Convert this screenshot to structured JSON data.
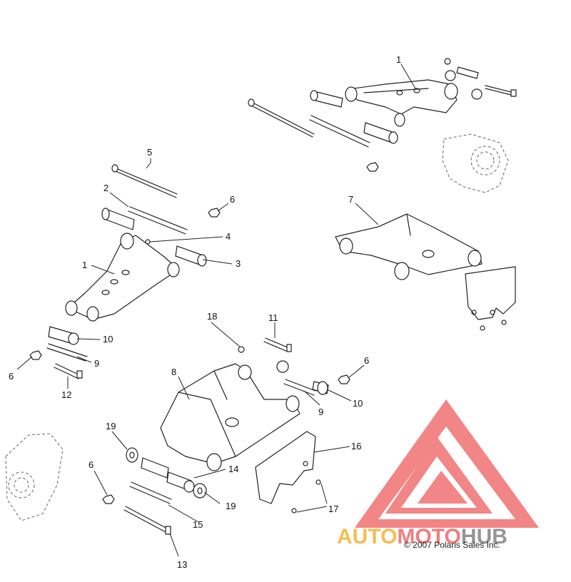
{
  "callouts": [
    {
      "id": "c1a",
      "text": "1"
    },
    {
      "id": "c1b",
      "text": "1"
    },
    {
      "id": "c2",
      "text": "2"
    },
    {
      "id": "c3",
      "text": "3"
    },
    {
      "id": "c4",
      "text": "4"
    },
    {
      "id": "c5",
      "text": "5"
    },
    {
      "id": "c6a",
      "text": "6"
    },
    {
      "id": "c6b",
      "text": "6"
    },
    {
      "id": "c6c",
      "text": "6"
    },
    {
      "id": "c6d",
      "text": "6"
    },
    {
      "id": "c7",
      "text": "7"
    },
    {
      "id": "c8",
      "text": "8"
    },
    {
      "id": "c9a",
      "text": "9"
    },
    {
      "id": "c9b",
      "text": "9"
    },
    {
      "id": "c10a",
      "text": "10"
    },
    {
      "id": "c10b",
      "text": "10"
    },
    {
      "id": "c11",
      "text": "11"
    },
    {
      "id": "c12",
      "text": "12"
    },
    {
      "id": "c13",
      "text": "13"
    },
    {
      "id": "c14",
      "text": "14"
    },
    {
      "id": "c15",
      "text": "15"
    },
    {
      "id": "c16",
      "text": "16"
    },
    {
      "id": "c17",
      "text": "17"
    },
    {
      "id": "c18",
      "text": "18"
    },
    {
      "id": "c19a",
      "text": "19"
    },
    {
      "id": "c19b",
      "text": "19"
    }
  ],
  "copyright": "© 2007 Polaris Sales Inc.",
  "watermark": {
    "word_auto": "AUTO",
    "word_moto": "MOTO",
    "word_hub": "HUB",
    "color_red": "#f07070",
    "color_orange": "#f5b840",
    "color_gray": "#8a8a8a"
  },
  "icons": {
    "logo": "automotohub-triangle-logo"
  }
}
